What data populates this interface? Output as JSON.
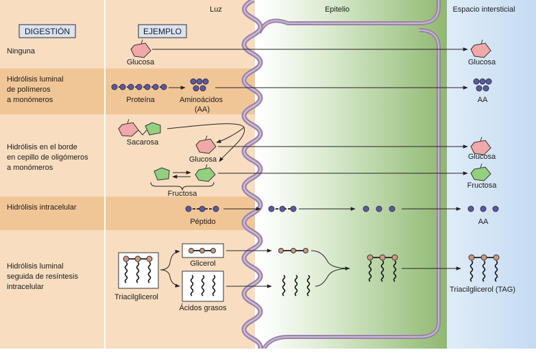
{
  "headers": {
    "digestion": "DIGESTIÓN",
    "example": "EJEMPLO",
    "lumen": "Luz",
    "epithelium": "Epitelio",
    "interstitial": "Espacio intersticial"
  },
  "rows": {
    "none": {
      "label": [
        "Ninguna"
      ],
      "source": "Glucosa",
      "target": "Glucosa"
    },
    "luminal": {
      "label": [
        "Hidrólisis luminal",
        "de polímeros",
        "a monómeros"
      ],
      "source": "Proteína",
      "product": [
        "Aminoácidos",
        "(AA)"
      ],
      "target": "AA"
    },
    "brush": {
      "label": [
        "Hidrólisis en el borde",
        "en cepillo de oligómeros",
        "a monómeros"
      ],
      "source": "Sacarosa",
      "glucose": "Glucosa",
      "fructose": "Fructosa",
      "target_glucose": "Glucosa",
      "target_fructose": "Fructosa"
    },
    "intracellular": {
      "label": [
        "Hidrólisis intracelular"
      ],
      "source": "Péptido",
      "target": "AA"
    },
    "resynthesis": {
      "label": [
        "Hidrólisis luminal",
        "seguida de resíntesis",
        "intracelular"
      ],
      "source": "Triacilglicerol",
      "glycerol": "Glicerol",
      "fatty_acids": "Ácidos grasos",
      "target": "Triacilglicerol (TAG)"
    }
  },
  "colors": {
    "lumen_bg": "#f8ddc0",
    "row_band": "#f1c697",
    "interstitial_bg": "#c5dbf2",
    "epithelium_dark": "#8fb870",
    "membrane": "#9a82a8",
    "amino_acid": "#5a58a8",
    "glucose": "#f0a8a8",
    "fructose": "#92d080",
    "glycerol_bead": "#c99a80"
  }
}
